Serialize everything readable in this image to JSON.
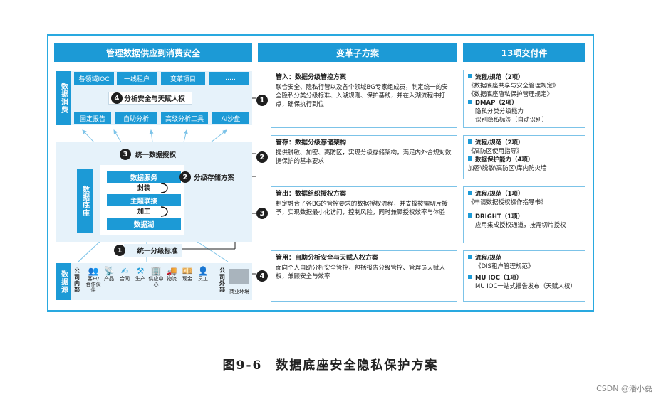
{
  "headers": {
    "left": "管理数据供应到消费安全",
    "middle": "变革子方案",
    "right": "13项交付件"
  },
  "consume": {
    "label": "数据消费",
    "top_chips": [
      "各领域IOC",
      "一线租户",
      "变革项目",
      "……"
    ],
    "bottom_chips": [
      "固定报告",
      "自助分析",
      "高级分析工具",
      "AI沙盘"
    ],
    "step4": {
      "num": "4",
      "label": "分析安全与天赋人权"
    }
  },
  "foundation": {
    "label": "数据底座",
    "step3": {
      "num": "3",
      "label": "统一数据授权"
    },
    "step2": {
      "num": "2",
      "label": "分级存储方案"
    },
    "layers": [
      "数据服务",
      "主题联接",
      "数据湖"
    ],
    "ops": [
      "封装",
      "加工"
    ]
  },
  "source": {
    "label": "数据源",
    "step1": {
      "num": "1",
      "label": "统一分级标准"
    },
    "internal_label": "公司内部",
    "external_label": "公司外部",
    "icons": [
      {
        "name": "partner-icon",
        "glyph": "👥",
        "label": "客户/合作伙伴"
      },
      {
        "name": "product-icon",
        "glyph": "📡",
        "label": "产品"
      },
      {
        "name": "contract-icon",
        "glyph": "✍",
        "label": "合同"
      },
      {
        "name": "production-icon",
        "glyph": "⚒",
        "label": "生产"
      },
      {
        "name": "supply-icon",
        "glyph": "🏢",
        "label": "供应中心"
      },
      {
        "name": "logistics-icon",
        "glyph": "🚚",
        "label": "物流"
      },
      {
        "name": "cash-icon",
        "glyph": "💴",
        "label": "现金"
      },
      {
        "name": "employee-icon",
        "glyph": "👤",
        "label": "员工"
      }
    ],
    "external_item": "商业环境"
  },
  "plans": [
    {
      "num": "1",
      "title": "管入：数据分级管控方案",
      "body": "联合安全、隐私行管以及各个领域BG专家组成员，制定统一的安全隐私分类分级标准、入湖规则、保护基线，并在入湖流程中打点，确保执行到位"
    },
    {
      "num": "2",
      "title": "管存：数据分级存储架构",
      "body": "提供脱敏、加密、高防区，实现分级存储架构，满足内外合规对数据保护的基本要求"
    },
    {
      "num": "3",
      "title": "管出：数据组织授权方案",
      "body": "制定融合了各BG的管控要求的数据授权流程，并支撑按需切片授予，实现数据最小化访问，控制风险，同时兼顾授权效率与体验"
    },
    {
      "num": "4",
      "title": "管用：自助分析安全与天赋人权方案",
      "body": "面向个人自助分析安全管控，包括报告分级管控、管理员天赋人权，兼顾安全与效率"
    }
  ],
  "deliverables": [
    [
      {
        "head": "流程/规范（2项）",
        "lines": [
          "《数据底座共享与安全管理规定》",
          "《数据底座隐私保护管理规定》"
        ]
      },
      {
        "head": "DMAP（2项）",
        "lines": [
          "隐私分类分级能力",
          "识别隐私标签（自动识别）"
        ]
      }
    ],
    [
      {
        "head": "流程/规范（2项）",
        "lines": [
          "《高防区使用指导》"
        ]
      },
      {
        "head": "数据保护能力（4项）",
        "lines": [
          "加密\\脱敏\\高防区\\库内防火墙"
        ]
      }
    ],
    [
      {
        "head": "流程/规范（1项）",
        "lines": [
          "《申请数据授权操作指导书》"
        ]
      },
      {
        "head": "DRIGHT（1项）",
        "lines": [
          "应用集成授权通道，按需切片授权"
        ]
      }
    ],
    [
      {
        "head": "流程/规范",
        "lines": [
          "《DIS租户管理规范》"
        ]
      },
      {
        "head": "MU IOC（1项）",
        "lines": [
          "MU IOC一站式报告发布（天赋人权）"
        ]
      }
    ]
  ],
  "caption": "图9-6　数据底座安全隐私保护方案",
  "watermark": "CSDN @潘小磊",
  "colors": {
    "accent": "#1c9ad6",
    "panel": "#e6f2fa",
    "frame": "#29a9e0"
  }
}
